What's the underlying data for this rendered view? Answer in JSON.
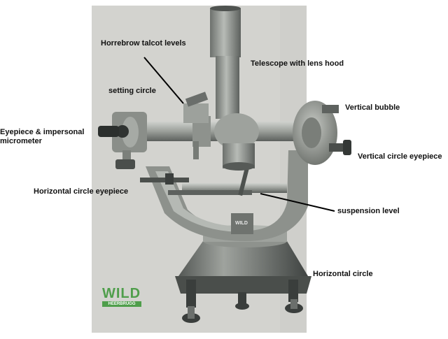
{
  "labels": {
    "horrebrow": "Horrebrow talcot levels",
    "telescope": "Telescope with lens hood",
    "setting_circle": "setting circle",
    "vertical_bubble": "Vertical bubble",
    "eyepiece_line1": "Eyepiece & impersonal",
    "eyepiece_line2": "micrometer",
    "vertical_circle_eyepiece": "Vertical circle eyepiece",
    "horizontal_circle_eyepiece": "Horizontal circle eyepiece",
    "suspension_level": "suspension level",
    "horizontal_circle": "Horizontal circle"
  },
  "logo": {
    "brand": "WILD",
    "sub": "HEERBRUGG"
  },
  "plate_text": "WILD",
  "colors": {
    "background": "#ffffff",
    "photo_bg": "#d3d3cf",
    "instrument_light": "#a3a7a2",
    "instrument_dark": "#2f3331",
    "logo_green": "#4f9e4b",
    "pointer": "#000000",
    "label_text": "#111111"
  }
}
